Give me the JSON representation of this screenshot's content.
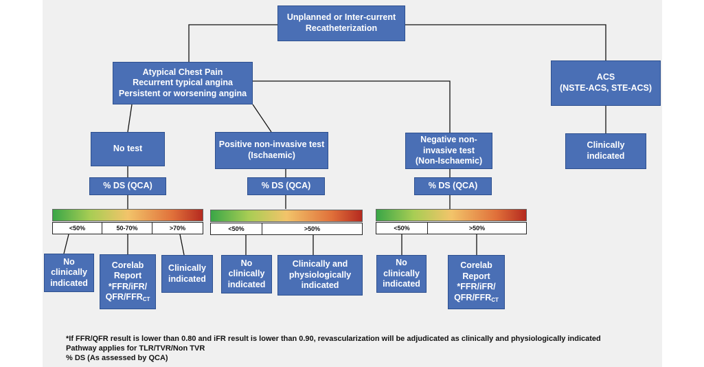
{
  "boxes": {
    "root": "Unplanned or Inter-current\nRecatheterization",
    "chest_pain": "Atypical Chest Pain\nRecurrent typical angina\nPersistent or worsening angina",
    "acs": "ACS\n(NSTE-ACS, STE-ACS)",
    "acs_clinically": "Clinically\nindicated",
    "no_test": "No test",
    "positive_test": "Positive non-invasive test\n(Ischaemic)",
    "negative_test": "Negative non-\ninvasive test\n(Non-Ischaemic)",
    "ds_qca_1": "% DS (QCA)",
    "ds_qca_2": "% DS (QCA)",
    "ds_qca_3": "% DS (QCA)",
    "nt_no_clin": "No\nclinically\nindicated",
    "nt_corelab_main": "Corelab\nReport\n*FFR/iFR/\nQFR/FFR",
    "nt_corelab_sub": "CT",
    "nt_clinically": "Clinically\nindicated",
    "pos_no_clin": "No\nclinically\nindicated",
    "pos_clin_phys": "Clinically and\nphysiologically\nindicated",
    "neg_no_clin": "No\nclinically\nindicated",
    "neg_corelab_main": "Corelab\nReport\n*FFR/iFR/\nQFR/FFR",
    "neg_corelab_sub": "CT"
  },
  "scales": {
    "s1": [
      "<50%",
      "50-70%",
      ">70%"
    ],
    "s2": [
      "<50%",
      ">50%"
    ],
    "s3": [
      "<50%",
      ">50%"
    ]
  },
  "footnotes": [
    "*If FFR/QFR result is lower than 0.80 and iFR result is lower than 0.90, revascularization will be adjudicated as clinically and physiologically indicated",
    "Pathway  applies for TLR/TVR/Non TVR",
    "% DS (As assessed by QCA)"
  ],
  "colors": {
    "box_fill": "#4a6fb5",
    "box_border": "#2c4f8e",
    "scale_green": "#3aa647",
    "scale_yellow": "#f2c46a",
    "scale_red": "#b52a1f"
  }
}
